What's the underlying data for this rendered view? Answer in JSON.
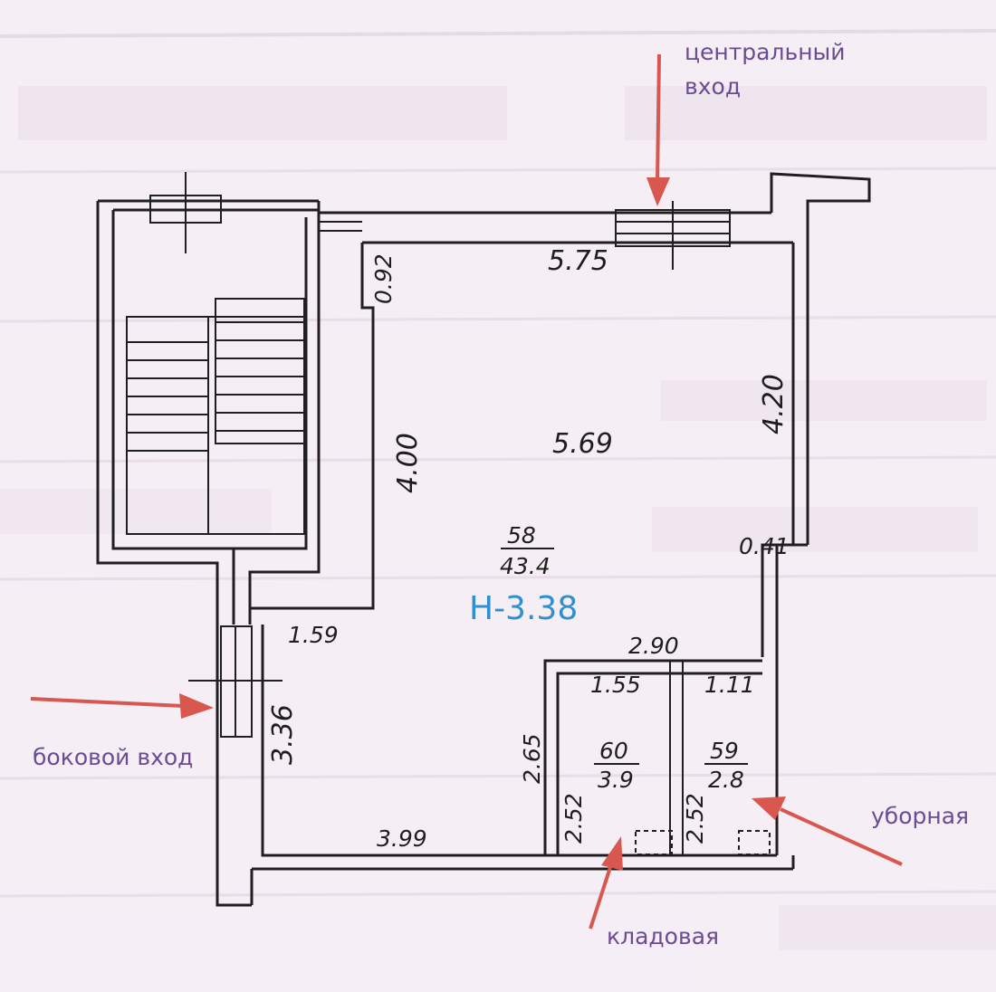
{
  "room_dimensions": {
    "top_width": "5.75",
    "stair_gap": "0.92",
    "main_depth": "4.00",
    "main_width": "5.69",
    "right_height": "4.20",
    "right_offset": "0.41",
    "corridor_width": "1.59",
    "side_height": "3.36",
    "bottom_width": "3.99",
    "utility_width": "2.90",
    "utility_height": "2.65",
    "storage_width": "1.55",
    "storage_depth": "2.52",
    "wc_width": "1.11",
    "wc_depth": "2.52"
  },
  "main_room_label": {
    "number": "58",
    "area": "43.4"
  },
  "storage_label": {
    "number": "60",
    "area": "3.9"
  },
  "wc_label": {
    "number": "59",
    "area": "2.8"
  },
  "level_mark": "H-3.38",
  "callouts": {
    "central_entrance_line1": "центральный",
    "central_entrance_line2": "вход",
    "side_entrance": "боковой вход",
    "storage": "кладовая",
    "wc": "уборная"
  },
  "colors": {
    "background": "#f6eef5",
    "walls": "#1f1f1f",
    "callout_arrows": "#d8574e",
    "callout_text": "#6b4b93",
    "level_mark": "#2f8fcf"
  }
}
